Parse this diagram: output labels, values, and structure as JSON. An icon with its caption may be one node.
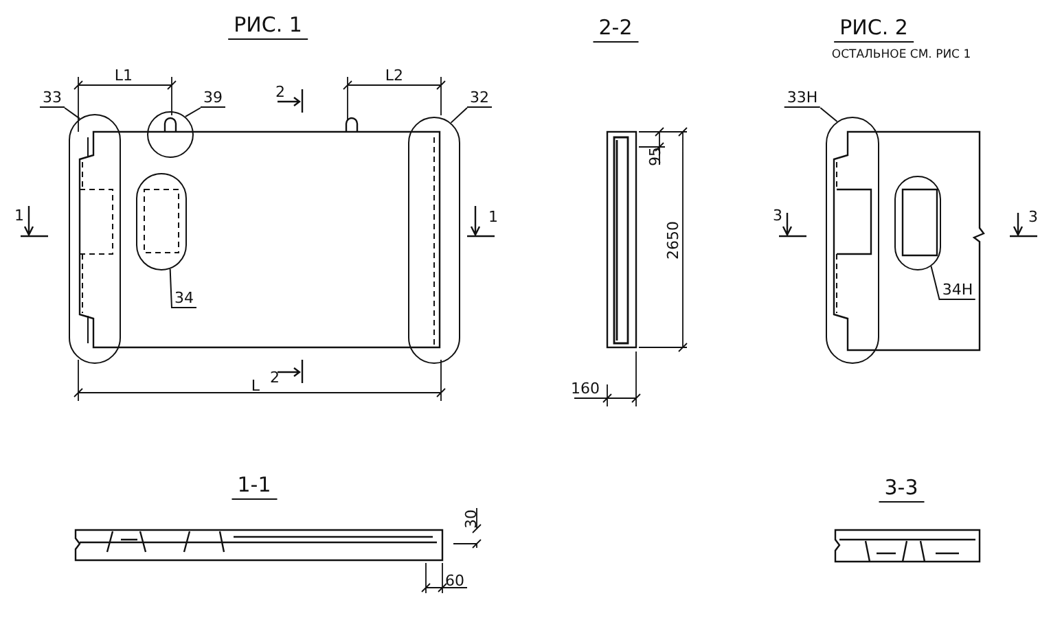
{
  "diagram": {
    "nodes": [
      {
        "text": [
          "33"
        ]
      },
      {
        "text": [],
        "shape": "circle"
      },
      {
        "text": [
          "39"
        ]
      },
      {
        "text": [],
        "shape": "circle"
      },
      {
        "text": [
          "32"
        ]
      },
      {
        "text": [],
        "shape": "circle"
      },
      {
        "text": [],
        "shape": "circle"
      },
      {
        "text": [
          "34"
        ]
      },
      {
        "text": [
          "33Н"
        ]
      },
      {
        "text": [],
        "shape": "circle"
      },
      {
        "text": [],
        "shape": "circle"
      },
      {
        "text": [
          "34Н"
        ]
      }
    ],
    "edges": [
      {
        "from": 0,
        "to": 1,
        "arrow": "none"
      },
      {
        "from": 2,
        "to": 3,
        "arrow": "none"
      },
      {
        "from": 4,
        "to": 5,
        "arrow": "none"
      },
      {
        "from": 7,
        "to": 6,
        "arrow": "none"
      },
      {
        "from": 8,
        "to": 9,
        "arrow": "none"
      },
      {
        "from": 11,
        "to": 10,
        "arrow": "none"
      }
    ],
    "labels": [
      "РИС. 1",
      "L1",
      "L2",
      "2",
      "L",
      "2",
      "1",
      "1",
      "2-2",
      "95",
      "2650",
      "160",
      "РИС. 2",
      "ОСТАЛЬНОЕ СМ. РИС 1",
      "3",
      "3",
      "1-1",
      "30",
      "60",
      "3-3"
    ]
  }
}
